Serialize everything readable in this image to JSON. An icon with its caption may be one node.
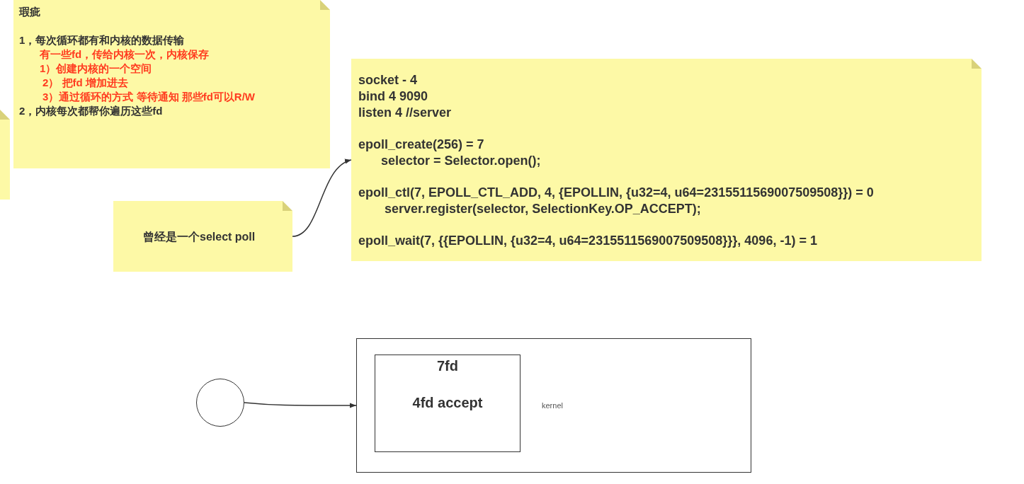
{
  "diagram": {
    "nodes": [
      {
        "text": [
          "瑕疵",
          "1，每次循环都有和内核的数据传输",
          "有一些fd，传给内核一次，内核保存",
          "1）创建内核的一个空间",
          "2） 把fd 增加进去",
          "3）通过循环的方式 等待通知 那些fd可以R/W",
          "2，内核每次都帮你遍历这些fd"
        ]
      },
      {
        "text": [],
        "shape": "box"
      },
      {
        "text": [
          "socket - 4",
          "bind 4 9090",
          "listen 4 //server",
          "epoll_create(256) = 7",
          "selector = Selector.open();",
          "epoll_ctl(7, EPOLL_CTL_ADD, 4, {EPOLLIN, {u32=4, u64=2315511569007509508}}) = 0",
          "server.register(selector, SelectionKey.OP_ACCEPT);",
          "epoll_wait(7, {{EPOLLIN, {u32=4, u64=2315511569007509508}}}, 4096, -1) = 1"
        ]
      },
      {
        "text": [
          "曾经是一个select poll"
        ]
      },
      {
        "text": [],
        "shape": "circle"
      },
      {
        "text": [
          "kernel"
        ]
      },
      {
        "text": [
          "7fd",
          "4fd accept"
        ],
        "in": 5
      }
    ],
    "edges": [
      {
        "from": 3,
        "to": 2,
        "arrow": "to"
      },
      {
        "from": 4,
        "to": 5,
        "arrow": "to"
      }
    ]
  }
}
